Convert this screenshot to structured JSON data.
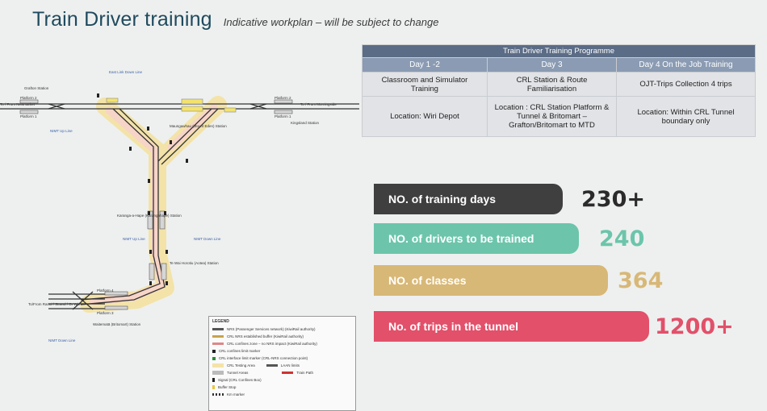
{
  "header": {
    "title": "Train Driver training",
    "subtitle": "Indicative workplan – will be subject to change"
  },
  "programme": {
    "title": "Train Driver Training Programme",
    "columns": [
      "Day 1 -2",
      "Day 3",
      "Day 4 On the Job Training"
    ],
    "activities": [
      "Classroom and Simulator Training",
      "CRL Station & Route Familiarisation",
      "OJT-Trips Collection 4 trips"
    ],
    "locations": [
      "Location: Wiri Depot",
      "Location : CRL Station Platform & Tunnel & Britomart – Grafton/Britomart to MTD",
      "Location: Within CRL Tunnel boundary only"
    ]
  },
  "stats": [
    {
      "label": "NO. of training days",
      "value": "230+",
      "color": "#3f3f3f",
      "value_color": "#2b2b2b"
    },
    {
      "label": "NO. of drivers to be trained",
      "value": "240",
      "color": "#6cc5ab",
      "value_color": "#6cc5ab"
    },
    {
      "label": "NO. of classes",
      "value": "364",
      "color": "#d8b877",
      "value_color": "#d8b877"
    },
    {
      "label": "No. of trips in the tunnel",
      "value": "1200+",
      "color": "#e2506a",
      "value_color": "#e2506a"
    }
  ],
  "map": {
    "labels": {
      "grafton": "Grafton Station",
      "platform2_left": "Platform 2",
      "platform1_left": "Platform 1",
      "platform2_right": "Platform 2",
      "platform1_right": "Platform 1",
      "kingsland": "Kingsland Station",
      "maungawhau": "Maungawhau (Mount Eden) Station",
      "karangahape": "Karanga-a-Hape (Karangahape) Station",
      "tewaihorotiu": "Te Wai Horotiu (Aotea) Station",
      "waitematata": "Waitematā (Britomart) Station",
      "platform4": "Platform 4",
      "platform3": "Platform 3",
      "to_newmarket": "To / From Newmarket",
      "to_morningside": "To / From Morningside",
      "to_quay": "To/From Ranui / Strand / Or Wiri",
      "east_link": "East Link Down Line",
      "nimt_up": "NIMT Up Line",
      "nimt_down": "NIMT Down Line",
      "nimt_up_lower": "NIMT Up Line",
      "nimt_down_lower": "NIMT Down Line"
    },
    "legend": {
      "title": "LEGEND",
      "items": [
        "NRS (Passenger Services network) (KiwiRail authority)",
        "CRL NRS established buffer (KiwiRail authority)",
        "CRL confines zone – no NRS impact (KiwiRail authority)",
        "CRL confines limit marker",
        "CRL interface limit marker (CRL-NRS connection point)",
        "CRL Testing Area",
        "Tunnel Areas",
        "Signal (CRL Confines Box)",
        "Buffer Stop",
        "Km marker"
      ],
      "side_items": [
        "LAAN limits",
        "Train Path"
      ]
    }
  }
}
